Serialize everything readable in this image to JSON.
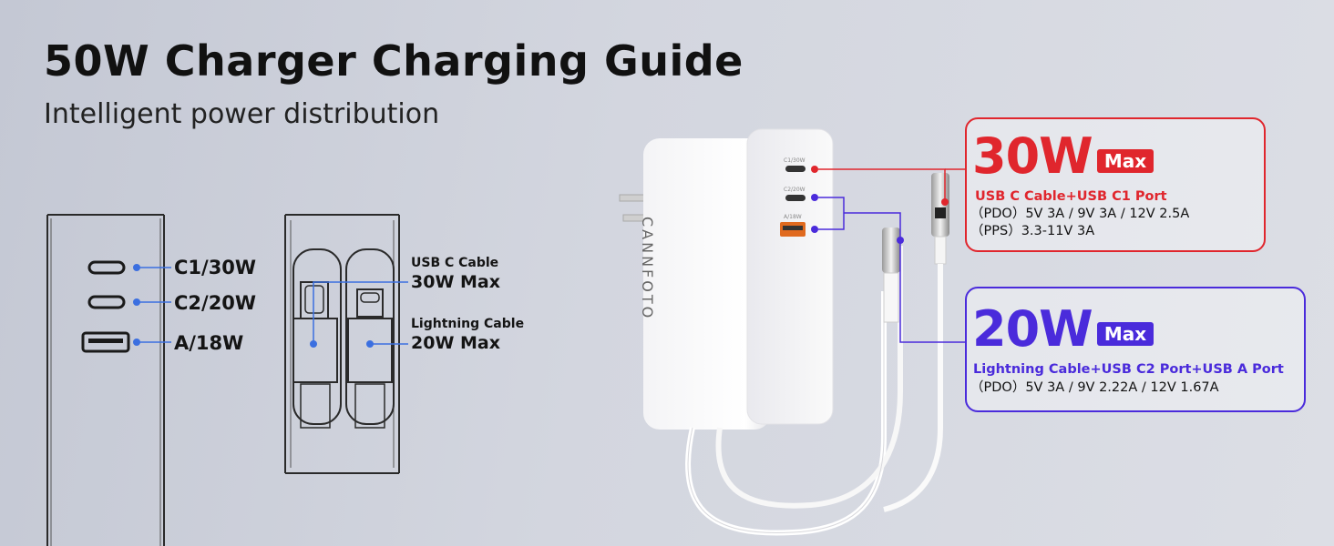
{
  "header": {
    "title": "50W Charger Charging Guide",
    "subtitle": "Intelligent power distribution"
  },
  "ports": [
    {
      "label": "C1/30W",
      "type": "usb-c-port-icon"
    },
    {
      "label": "C2/20W",
      "type": "usb-c-port-icon"
    },
    {
      "label": "A/18W",
      "type": "usb-a-port-icon"
    }
  ],
  "cables": [
    {
      "name": "USB C Cable",
      "power": "30W Max"
    },
    {
      "name": "Lightning Cable",
      "power": "20W Max"
    }
  ],
  "charger": {
    "brand": "CANNFOTO",
    "port_labels": [
      "C1/30W",
      "C2/20W",
      "A/18W"
    ]
  },
  "spec_30w": {
    "watt": "30W",
    "max": "Max",
    "ports": "USB C Cable+USB C1 Port",
    "lines": [
      "（PDO）5V 3A / 9V 3A / 12V 2.5A",
      "（PPS）3.3-11V 3A"
    ]
  },
  "spec_20w": {
    "watt": "20W",
    "max": "Max",
    "ports": "Lightning Cable+USB C2 Port+USB A Port",
    "lines": [
      "（PDO）5V 3A / 9V 2.22A / 12V 1.67A"
    ]
  },
  "colors": {
    "accent_red": "#e0262d",
    "accent_blue": "#4a2bdb",
    "connector_blue": "#3b6fe0"
  }
}
